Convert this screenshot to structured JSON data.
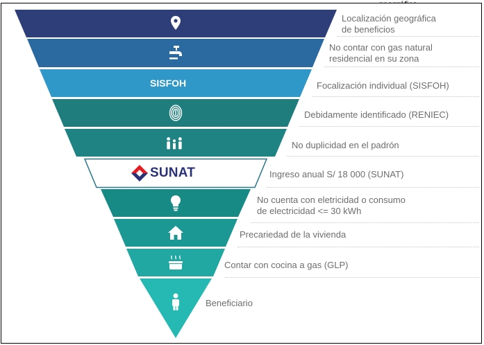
{
  "top_cut_text": "geográfica",
  "colors": {
    "level_1": "#2e3e79",
    "level_2": "#2a6aa0",
    "level_3": "#2f98c8",
    "level_4": "#1f7d7d",
    "level_5": "#1f8383",
    "level_6_border": "#27768a",
    "level_7": "#178a86",
    "level_8": "#1c9894",
    "level_9": "#22a8a3",
    "level_10": "#26b9b3",
    "sunat_red": "#e31d23",
    "sunat_blue": "#2a3178"
  },
  "funnel": {
    "levels": [
      {
        "icon": "location-pin-icon",
        "text_lines": [
          "Localización geográfica",
          "de beneficios"
        ]
      },
      {
        "icon": "gas-tap-icon",
        "text_lines": [
          "No contar con gas natural",
          "residencial en su zona"
        ]
      },
      {
        "icon": "sisfoh-wordmark",
        "inner_text": "SISFOH",
        "text_lines": [
          "Focalización individual (SISFOH)"
        ]
      },
      {
        "icon": "fingerprint-icon",
        "text_lines": [
          "Debidamente identificado (RENIEC)"
        ]
      },
      {
        "icon": "family-icon",
        "text_lines": [
          "No duplicidad en el padrón"
        ]
      },
      {
        "icon": "sunat-logo",
        "inner_text": "SUNAT",
        "text_lines": [
          "Ingreso anual S/ 18 000 (SUNAT)"
        ]
      },
      {
        "icon": "light-bulb-icon",
        "text_lines": [
          "No cuenta con eletricidad o consumo",
          "de electricidad <= 30 kWh"
        ]
      },
      {
        "icon": "house-icon",
        "text_lines": [
          "Precariedad de la vivienda"
        ]
      },
      {
        "icon": "gas-stove-icon",
        "text_lines": [
          "Contar con cocina a gas (GLP)"
        ]
      },
      {
        "icon": "person-icon",
        "text_lines": [
          "Beneficiario"
        ]
      }
    ]
  }
}
